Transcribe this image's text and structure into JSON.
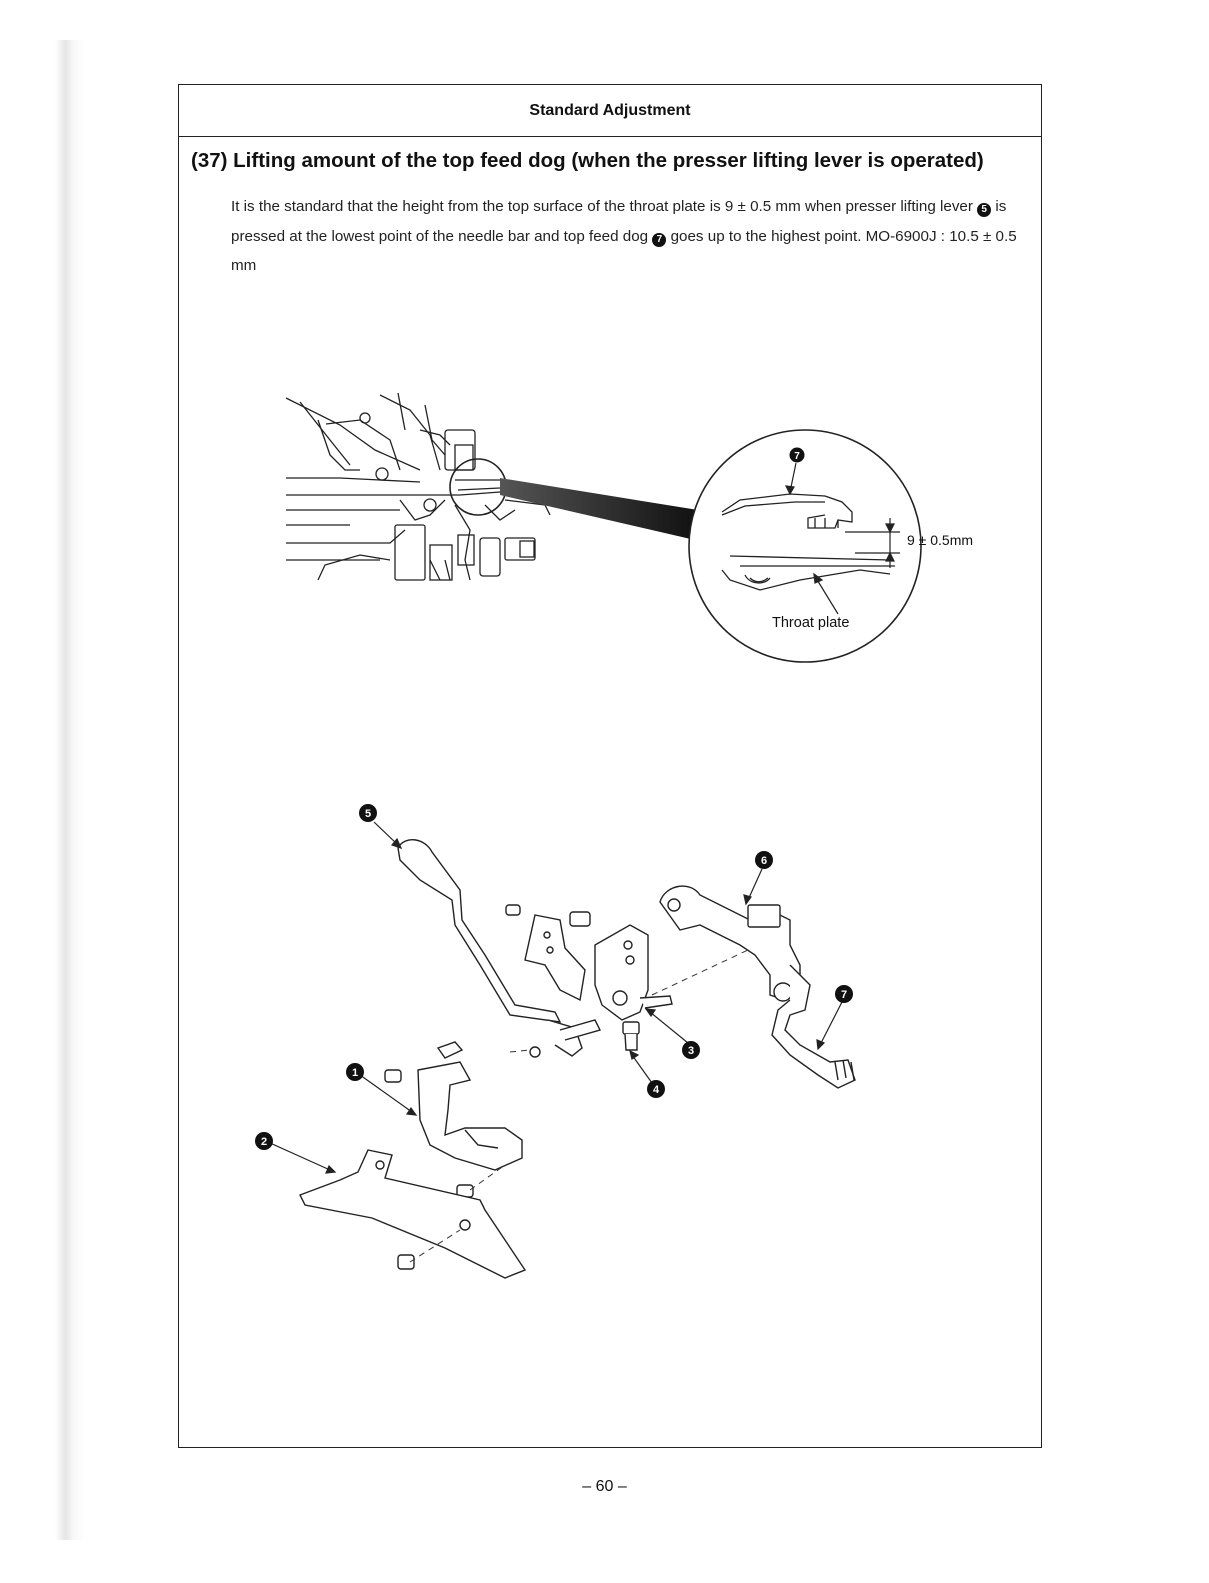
{
  "header": {
    "title": "Standard Adjustment"
  },
  "section": {
    "title": "(37) Lifting amount of the top feed dog (when the presser lifting lever is operated)",
    "paragraph": {
      "part1": "It is the standard that the height from the top surface of the throat plate is 9 ± 0.5 mm when presser lifting lever",
      "ref1": "5",
      "part2": "is pressed at the lowest point of the needle bar and top feed dog",
      "ref2": "7",
      "part3": "goes up to the highest point. MO-6900J : 10.5 ± 0.5 mm"
    }
  },
  "figure_top": {
    "detail_callout": "7",
    "dimension_label": "9 ± 0.5mm",
    "throat_plate_label": "Throat plate"
  },
  "figure_bottom": {
    "callouts": [
      "1",
      "2",
      "3",
      "4",
      "5",
      "6",
      "7"
    ]
  },
  "footer": {
    "page_number": "– 60 –"
  }
}
